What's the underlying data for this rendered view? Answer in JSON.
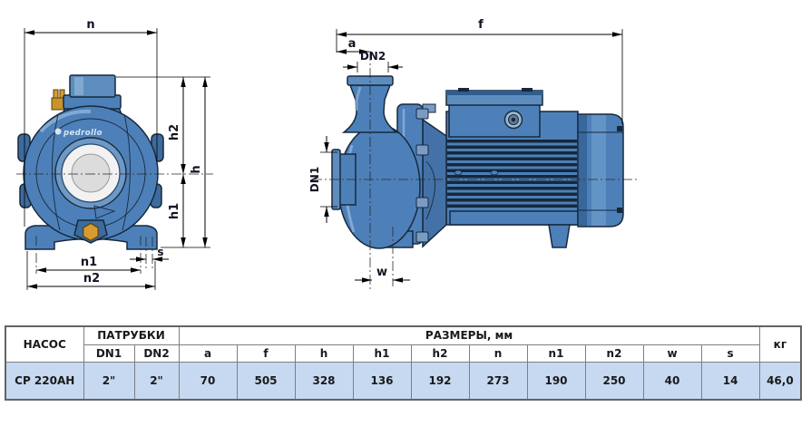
{
  "drawing": {
    "brand_logo": "pedrollo",
    "front_view": {
      "n": "n",
      "h2": "h2",
      "h": "h",
      "h1": "h1",
      "n1": "n1",
      "n2": "n2",
      "s": "s"
    },
    "side_view": {
      "f": "f",
      "a": "a",
      "dn2": "DN2",
      "dn1": "DN1",
      "w": "w"
    }
  },
  "table": {
    "header": {
      "pump": "НАСОС",
      "ports": "ПАТРУБКИ",
      "sizes": "РАЗМЕРЫ, мм",
      "weight": "кг"
    },
    "subheaders": [
      "DN1",
      "DN2",
      "a",
      "f",
      "h",
      "h1",
      "h2",
      "n",
      "n1",
      "n2",
      "w",
      "s"
    ],
    "row": {
      "pump": "CP 220AH",
      "values": [
        "2\"",
        "2\"",
        "70",
        "505",
        "328",
        "136",
        "192",
        "273",
        "190",
        "250",
        "40",
        "14"
      ],
      "weight": "46,0"
    }
  },
  "colors": {
    "pump_blue": "#4d80b8",
    "pump_dark_outline": "#17293d",
    "brass": "#d79b2f",
    "table_row_bg": "#c6d9f1",
    "table_border": "#7f7f7f"
  }
}
